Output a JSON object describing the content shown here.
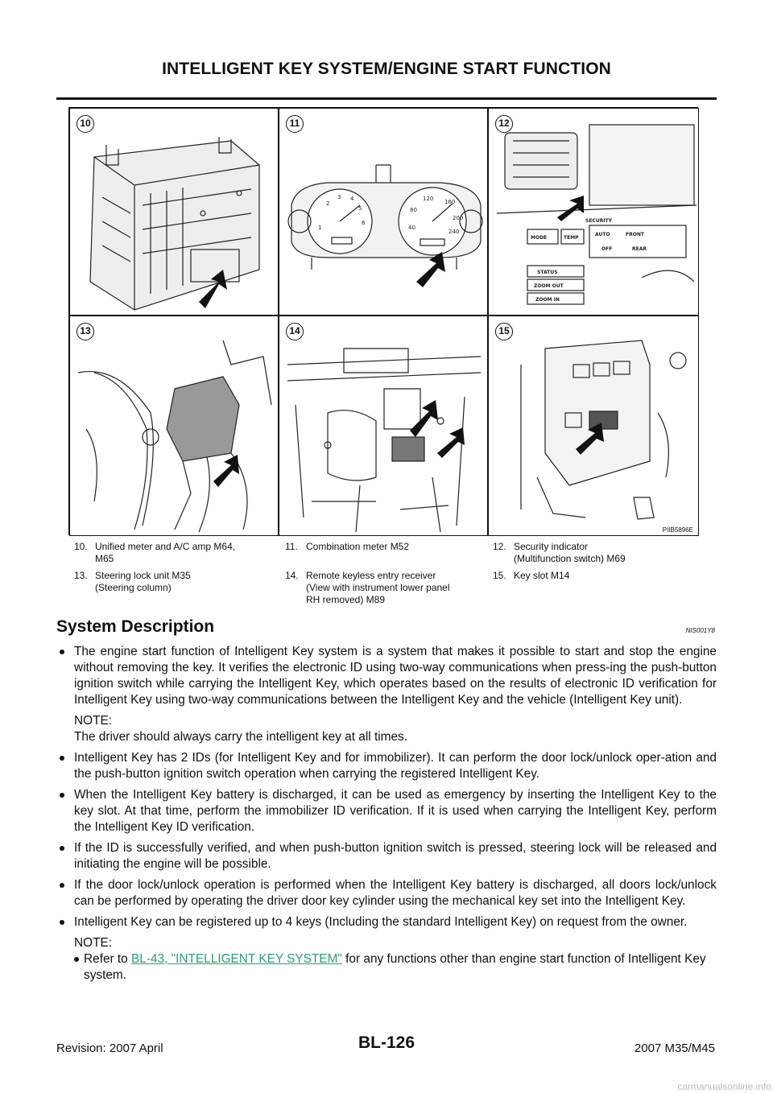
{
  "header": {
    "title": "INTELLIGENT KEY SYSTEM/ENGINE START FUNCTION"
  },
  "figure": {
    "code": "PIIB5896E",
    "panels": [
      {
        "number": "10",
        "icon": "audio-unit-illustration"
      },
      {
        "number": "11",
        "icon": "combination-meter-illustration"
      },
      {
        "number": "12",
        "icon": "security-indicator-illustration"
      },
      {
        "number": "13",
        "icon": "steering-lock-illustration"
      },
      {
        "number": "14",
        "icon": "keyless-receiver-illustration"
      },
      {
        "number": "15",
        "icon": "key-slot-illustration"
      }
    ],
    "panel_labels": {
      "security": "SECURITY",
      "mode": "MODE",
      "temp": "TEMP",
      "auto": "AUTO",
      "front": "FRONT",
      "off": "OFF",
      "rear": "REAR",
      "status": "STATUS",
      "zoom_out": "ZOOM OUT",
      "zoom_in": "ZOOM IN"
    }
  },
  "legend": {
    "items": [
      {
        "num": "10.",
        "lines": [
          "Unified meter and A/C amp  M64,",
          "M65"
        ]
      },
      {
        "num": "11.",
        "lines": [
          "Combination meter  M52"
        ]
      },
      {
        "num": "12.",
        "lines": [
          "Security indicator",
          "(Multifunction switch) M69"
        ]
      },
      {
        "num": "13.",
        "lines": [
          "Steering lock unit  M35",
          "(Steering column)"
        ]
      },
      {
        "num": "14.",
        "lines": [
          "Remote keyless entry receiver",
          "(View  with  instrument lower panel",
          "RH removed) M89"
        ]
      },
      {
        "num": "15.",
        "lines": [
          "Key slot  M14"
        ]
      }
    ]
  },
  "section": {
    "title": "System Description",
    "code": "NIS001Y8",
    "bullets": [
      "The engine start function of Intelligent Key system is a system that makes it possible to start and stop the engine without removing the key. It verifies the electronic ID using two-way communications when press-ing the push-button ignition switch while carrying the Intelligent Key, which operates based on the results of electronic ID verification for Intelligent Key using two-way communications between the Intelligent Key and the vehicle (Intelligent Key unit).",
      "Intelligent Key has 2 IDs (for Intelligent Key and for immobilizer). It can perform the door lock/unlock oper-ation and the push-button ignition switch operation when carrying the registered Intelligent Key.",
      "When the Intelligent Key battery is discharged, it can be used as emergency by inserting the Intelligent Key to the key slot. At that time, perform the immobilizer ID verification. If it is used when carrying the Intelligent Key, perform the Intelligent Key ID verification.",
      "If the ID is successfully verified, and when push-button ignition switch is pressed, steering lock will be released and initiating the engine will be possible.",
      "If the door lock/unlock operation is performed when the Intelligent Key battery is discharged, all doors lock/unlock can be performed by operating the driver door key cylinder using the mechanical key set into the Intelligent Key.",
      "Intelligent Key can be registered up to 4 keys (Including the standard Intelligent Key) on request from the owner."
    ],
    "note1": {
      "label": "NOTE:",
      "text": "The driver should always carry the intelligent key at all times."
    },
    "note2": {
      "label": "NOTE:",
      "prefix": "Refer to ",
      "link": "BL-43, \"INTELLIGENT KEY SYSTEM\"",
      "suffix": "  for any functions other than engine start function of Intelligent Key system."
    }
  },
  "footer": {
    "left": "Revision: 2007 April",
    "center": "BL-126",
    "right": "2007 M35/M45"
  },
  "watermark": "carmanualsonline.info"
}
